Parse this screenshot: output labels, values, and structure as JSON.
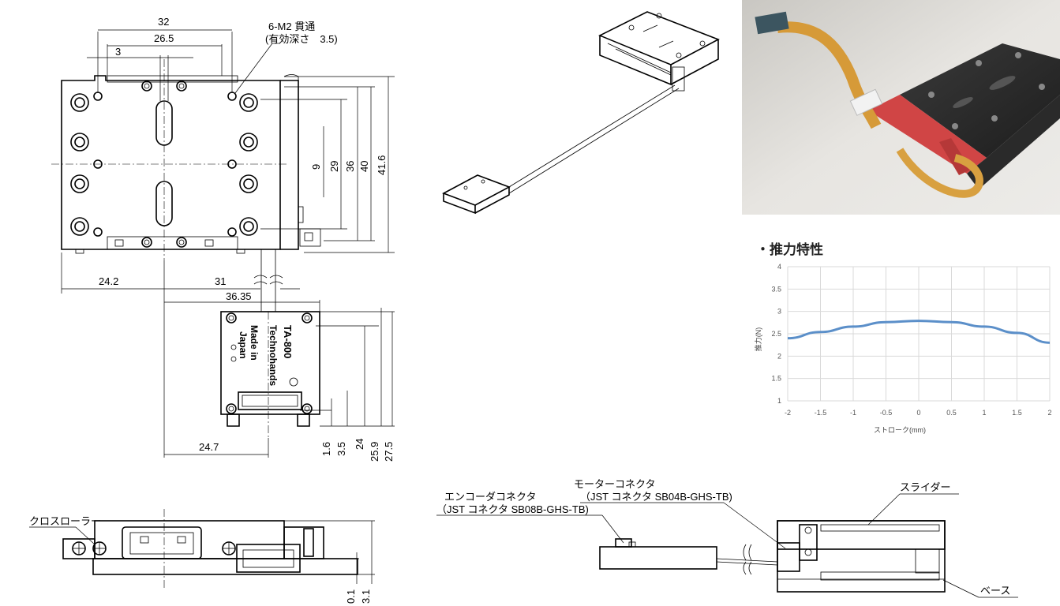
{
  "top_view": {
    "dim_32": "32",
    "dim_26_5": "26.5",
    "dim_3": "3",
    "hole_note_1": "6-M2 貫通",
    "hole_note_2": "(有効深さ　3.5)",
    "dim_9": "9",
    "dim_29": "29",
    "dim_36": "36",
    "dim_40": "40",
    "dim_41_6": "41.6",
    "dim_24_2": "24.2",
    "dim_31": "31"
  },
  "encoder_view": {
    "dim_36_35": "36.35",
    "dim_24_7": "24.7",
    "dim_1_6": "1.6",
    "dim_3_5": "3.5",
    "dim_24": "24",
    "dim_25_9": "25.9",
    "dim_27_5": "27.5",
    "board_text_1": "TA-800",
    "board_text_2": "Technohands",
    "board_text_3": "Made in",
    "board_text_4": "Japan"
  },
  "side_view": {
    "cross_roller_label": "クロスローラー",
    "dim_0_1": "0.1",
    "dim_3_1": "3.1"
  },
  "connector_view": {
    "motor_connector_1": "モーターコネクタ",
    "motor_connector_2": "（JST コネクタ SB04B-GHS-TB)",
    "encoder_connector_1": "エンコーダコネクタ",
    "encoder_connector_2": "（JST コネクタ SB08B-GHS-TB)",
    "slider_label": "スライダー",
    "base_label": "ベース"
  },
  "chart_title": "・推力特性",
  "chart_data": {
    "type": "line",
    "xlabel": "ストローク(mm)",
    "ylabel": "推力(N)",
    "xlim": [
      -2,
      2
    ],
    "ylim": [
      1,
      4
    ],
    "xticks": [
      "-2",
      "-1.5",
      "-1",
      "-0.5",
      "0",
      "0.5",
      "1",
      "1.5",
      "2"
    ],
    "yticks": [
      "1",
      "1.5",
      "2",
      "2.5",
      "3",
      "3.5",
      "4"
    ],
    "grid": true,
    "series": [
      {
        "color": "#5b8fc9",
        "x": [
          -2,
          -1.5,
          -1,
          -0.5,
          0,
          0.5,
          1,
          1.5,
          2
        ],
        "y": [
          2.4,
          2.54,
          2.66,
          2.76,
          2.79,
          2.76,
          2.66,
          2.52,
          2.3
        ]
      }
    ]
  }
}
